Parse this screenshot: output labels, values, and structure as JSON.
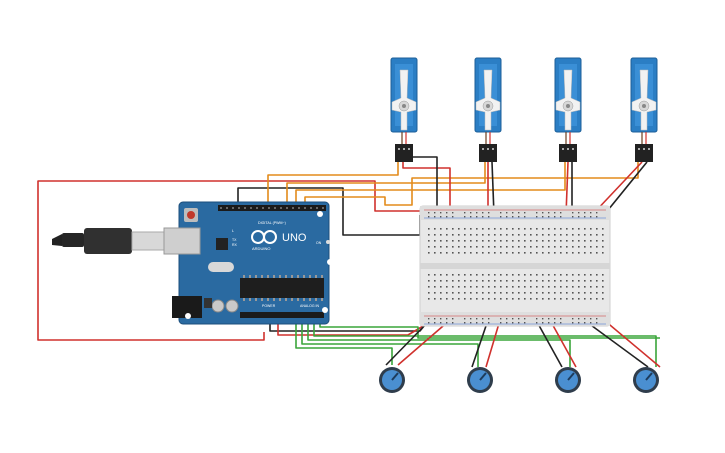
{
  "board": {
    "logo_text": "UNO",
    "brand_text": "ARDUINO",
    "digital_label": "DIGITAL (PWM~)",
    "power_label": "POWER",
    "analog_label": "ANALOG IN",
    "tx_label": "TX",
    "rx_label": "RX",
    "l_label": "L",
    "on_label": "ON"
  },
  "components": {
    "servo_count": 4,
    "potentiometer_count": 4
  },
  "wire_colors": {
    "power": "#d0312d",
    "ground": "#222222",
    "signal": "#e38b1c",
    "pot_signal": "#3aa53a"
  },
  "colors": {
    "arduino": "#2a6aa1",
    "servo": "#2b7ec4",
    "breadboard": "#e9e9e9",
    "pot_knob": "#4a8fd1"
  }
}
